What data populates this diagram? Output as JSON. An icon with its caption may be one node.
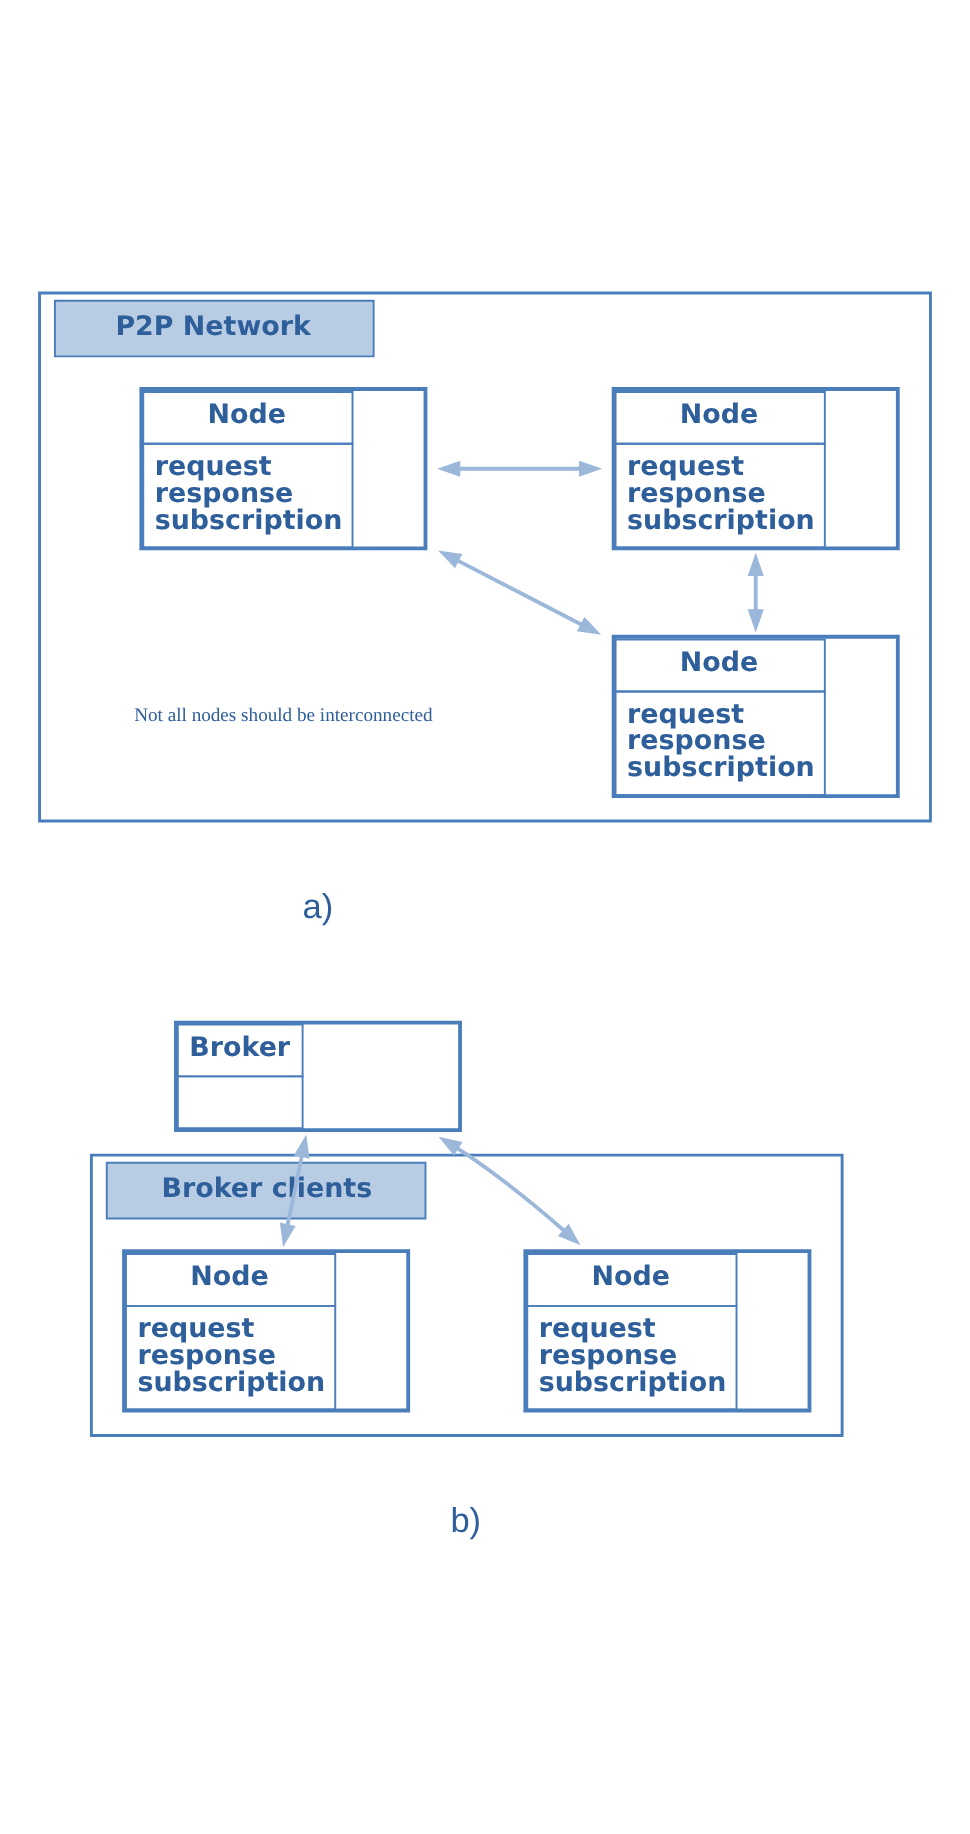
{
  "diagram": {
    "nodes": [
      {
        "text": [
          "P2P Network"
        ]
      },
      {
        "text": [
          "Node",
          "request",
          "response",
          "subscription"
        ],
        "in": 0
      },
      {
        "text": [
          "Node",
          "request",
          "response",
          "subscription"
        ],
        "in": 0
      },
      {
        "text": [
          "Node",
          "request",
          "response",
          "subscription"
        ],
        "in": 0
      },
      {
        "text": [
          "Broker"
        ]
      },
      {
        "text": [
          "Broker clients"
        ]
      },
      {
        "text": [
          "Node",
          "request",
          "response",
          "subscription"
        ],
        "in": 5
      },
      {
        "text": [
          "Node",
          "request",
          "response",
          "subscription"
        ],
        "in": 5
      }
    ],
    "edges": [
      {
        "from": 1,
        "to": 2,
        "arrow": "both"
      },
      {
        "from": 1,
        "to": 3,
        "arrow": "both"
      },
      {
        "from": 3,
        "to": 2,
        "arrow": "both"
      },
      {
        "from": 4,
        "to": 6,
        "arrow": "both"
      },
      {
        "from": 4,
        "to": 7,
        "arrow": "both"
      }
    ],
    "labels": [
      "Not all nodes should be interconnected",
      "a)",
      "b)"
    ]
  }
}
